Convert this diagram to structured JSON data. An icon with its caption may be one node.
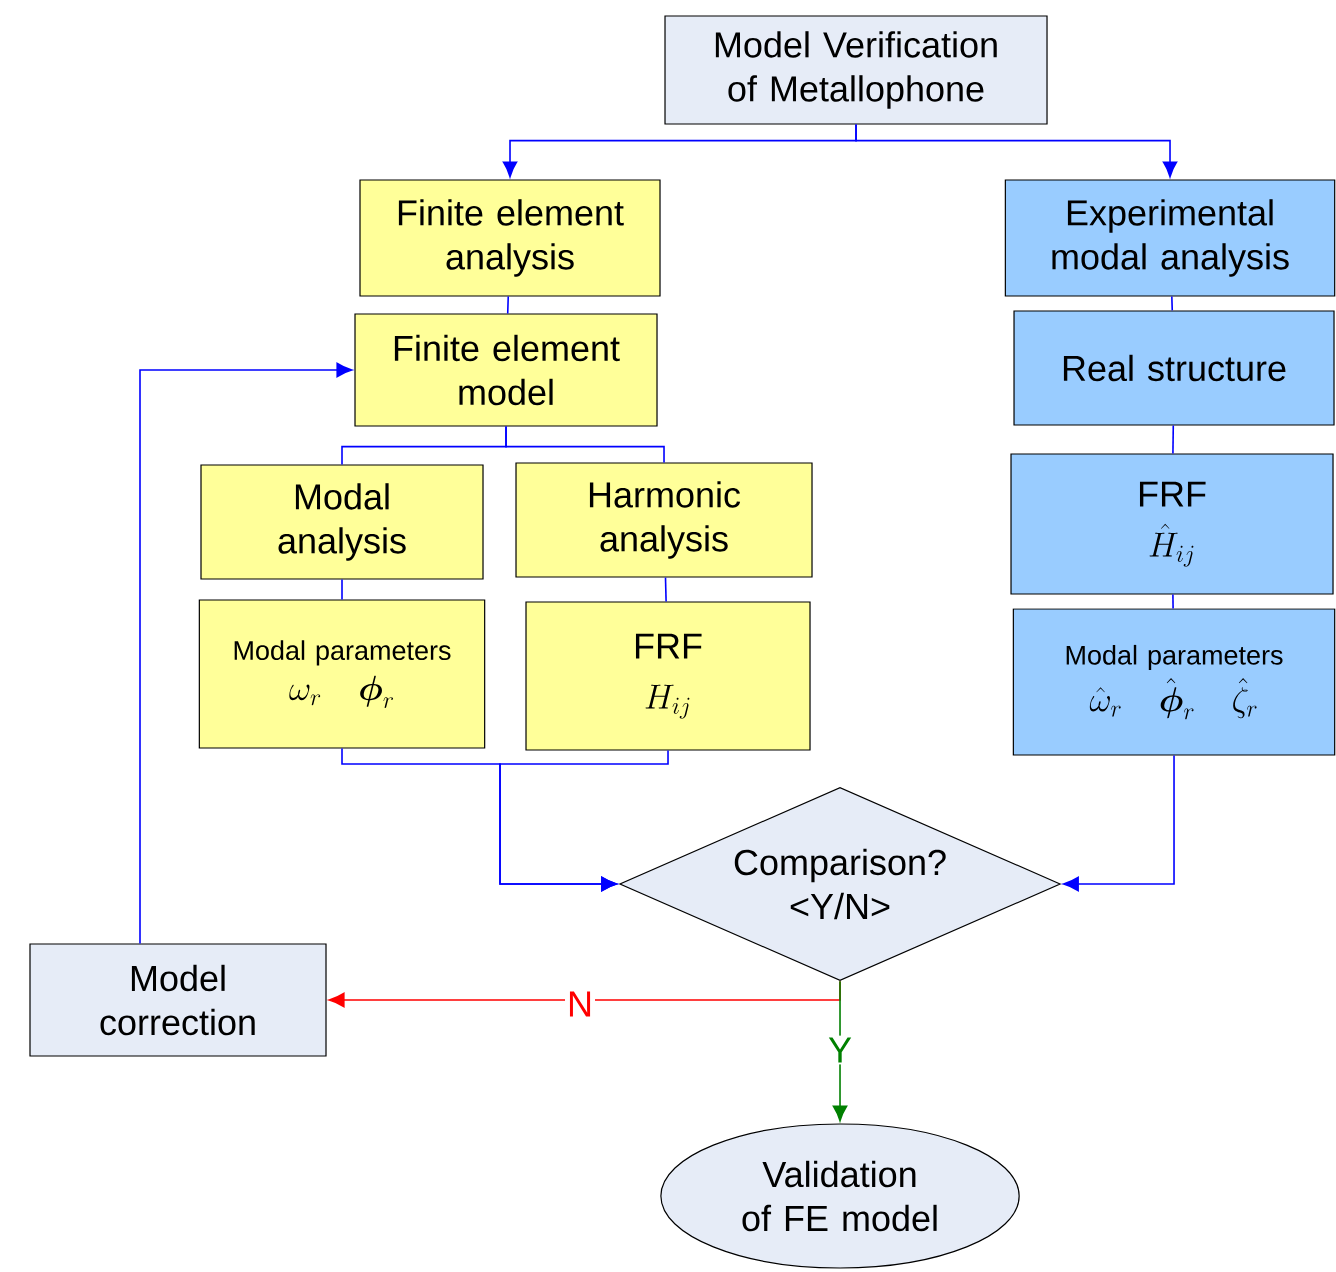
{
  "diagram": {
    "nodes": [
      {
        "text": [
          "Model Verification of Metallophone"
        ]
      },
      {
        "text": [
          "Finite element analysis"
        ]
      },
      {
        "text": [
          "Finite element model"
        ]
      },
      {
        "text": [
          "Modal analysis"
        ]
      },
      {
        "text": [
          "Harmonic analysis"
        ]
      },
      {
        "text": [
          "Modal parameters",
          "\\omega_r \\quad \\boldsymbol{\\phi}_r"
        ]
      },
      {
        "text": [
          "FRF",
          "H_{ij}"
        ]
      },
      {
        "text": [
          "Experimental modal analysis"
        ]
      },
      {
        "text": [
          "Real structure"
        ]
      },
      {
        "text": [
          "FRF",
          "\\hat{H}_{ij}"
        ]
      },
      {
        "text": [
          "Modal parameters",
          "\\hat{\\omega}_r \\quad \\hat{\\boldsymbol{\\phi}}_r \\quad \\hat{\\zeta}_r"
        ]
      },
      {
        "text": [
          "Comparison? <Y/N>"
        ]
      },
      {
        "text": [
          "Model correction"
        ]
      },
      {
        "text": [
          "Validation of FE model"
        ]
      }
    ],
    "edges": [
      {
        "from": 0,
        "to": 1,
        "arrow": "to"
      },
      {
        "from": 0,
        "to": 7,
        "arrow": "to"
      },
      {
        "from": 1,
        "to": 2,
        "arrow": "none"
      },
      {
        "from": 2,
        "to": 3,
        "arrow": "none"
      },
      {
        "from": 2,
        "to": 4,
        "arrow": "none"
      },
      {
        "from": 3,
        "to": 5,
        "arrow": "none"
      },
      {
        "from": 4,
        "to": 6,
        "arrow": "none"
      },
      {
        "from": 7,
        "to": 8,
        "arrow": "none"
      },
      {
        "from": 8,
        "to": 9,
        "arrow": "none"
      },
      {
        "from": 9,
        "to": 10,
        "arrow": "none"
      },
      {
        "from": 5,
        "to": 11,
        "arrow": "to"
      },
      {
        "from": 6,
        "to": 11,
        "arrow": "to"
      },
      {
        "from": 10,
        "to": 11,
        "arrow": "to"
      },
      {
        "from": 11,
        "to": 12,
        "arrow": "to",
        "label": "N",
        "color": "#ff0000"
      },
      {
        "from": 11,
        "to": 13,
        "arrow": "to",
        "label": "Y",
        "color": "#008000"
      },
      {
        "from": 12,
        "to": 2,
        "arrow": "to"
      }
    ]
  }
}
